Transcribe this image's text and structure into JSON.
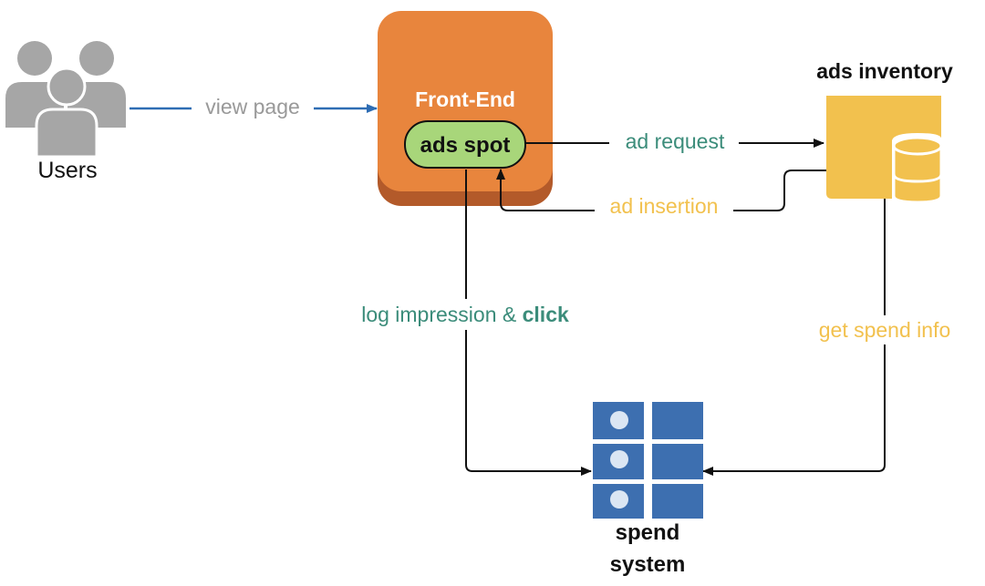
{
  "nodes": {
    "users": {
      "label": "Users",
      "icon": "users-group-icon"
    },
    "front_end": {
      "label": "Front-End",
      "color": "#e8853d"
    },
    "ads_spot": {
      "label": "ads spot",
      "color": "#a8d67a"
    },
    "ads_inventory": {
      "label": "ads inventory",
      "icon": "database-icon",
      "color": "#f2c14e"
    },
    "spend_system": {
      "label_line1": "spend",
      "label_line2": "system",
      "icon": "server-grid-icon",
      "color": "#3d6fb0"
    }
  },
  "edges": {
    "view_page": {
      "label": "view page",
      "color": "#2e6db4",
      "label_color": "#999999"
    },
    "ad_request": {
      "label": "ad request",
      "label_color": "#3b8c7a"
    },
    "ad_insertion": {
      "label": "ad insertion",
      "label_color": "#f2c14e"
    },
    "log_impression": {
      "label_prefix": "log impression & ",
      "label_bold": "click",
      "label_color": "#3b8c7a"
    },
    "get_spend_info": {
      "label": "get spend info",
      "label_color": "#f2c14e"
    }
  }
}
